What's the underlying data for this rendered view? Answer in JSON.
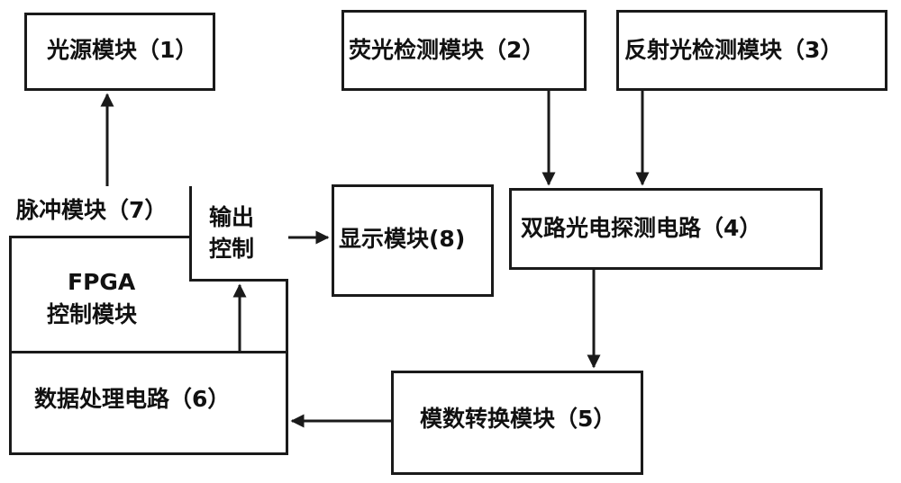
{
  "diagram": {
    "light_source": "光源模块（1）",
    "fluorescence_detect": "荧光检测模块（2）",
    "reflect_detect": "反射光检测模块（3）",
    "dual_photo_circuit": "双路光电探测电路（4）",
    "adc_module": "模数转换模块（5）",
    "data_processing": "数据处理电路（6）",
    "pulse_module": "脉冲模块（7）",
    "output_control": "输出\n控制",
    "display_module": "显示模块(8)",
    "fpga": "FPGA",
    "fpga_control": "控制模块"
  },
  "colors": {
    "line": "#1a1a1a",
    "background": "#ffffff",
    "text": "#111111"
  }
}
